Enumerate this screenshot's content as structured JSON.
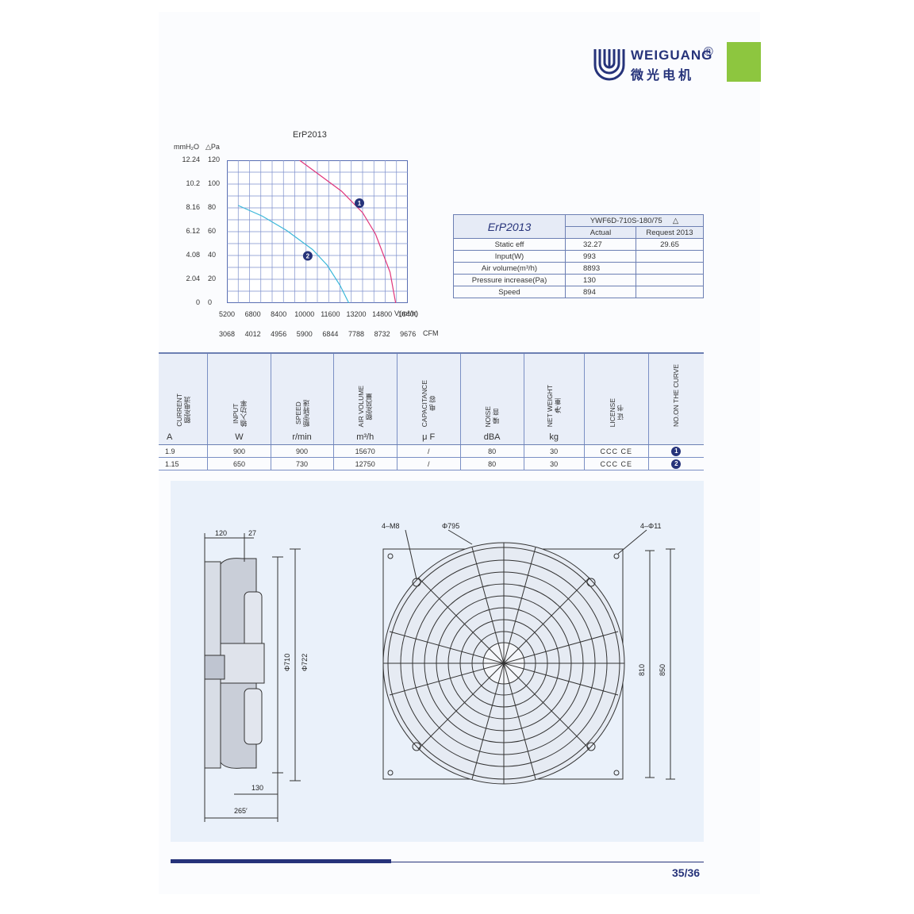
{
  "header": {
    "brand": "WEIGUANG",
    "brand_cn": "微光电机",
    "registered": "®"
  },
  "chart_data": {
    "type": "line",
    "title": "ErP2013",
    "y_units": [
      "mmH₂O",
      "△Pa"
    ],
    "y_ticks_mmh2o": [
      "12.24",
      "10.2",
      "8.16",
      "6.12",
      "4.08",
      "2.04",
      "0"
    ],
    "y_ticks_pa": [
      "120",
      "100",
      "80",
      "60",
      "40",
      "20",
      "0"
    ],
    "x_ticks_m3h": [
      "5200",
      "6800",
      "8400",
      "10000",
      "11600",
      "13200",
      "14800",
      "16400"
    ],
    "x_unit_m3h": "V(m³/h)",
    "x_ticks_cfm": [
      "3068",
      "4012",
      "4956",
      "5900",
      "6844",
      "7788",
      "8732",
      "9676"
    ],
    "x_unit_cfm": "CFM",
    "xlim": [
      5200,
      16400
    ],
    "ylim": [
      0,
      120
    ],
    "grid": true,
    "series": [
      {
        "name": "1",
        "color": "#e0357a",
        "x": [
          9700,
          11000,
          12300,
          13600,
          14400,
          15300,
          15650
        ],
        "y": [
          120,
          107,
          94,
          76,
          58,
          26,
          0
        ]
      },
      {
        "name": "2",
        "color": "#3bb7d9",
        "x": [
          5900,
          7400,
          8900,
          10500,
          11400,
          12200,
          12750
        ],
        "y": [
          82,
          73,
          61,
          45,
          32,
          15,
          0
        ]
      }
    ]
  },
  "erp_table": {
    "title": "ErP2013",
    "model": "YWF6D-710S-180/75",
    "model_mark": "△",
    "col_actual": "Actual",
    "col_request": "Request 2013",
    "rows": [
      {
        "label": "Static eff",
        "actual": "32.27",
        "request": "29.65"
      },
      {
        "label": "Input(W)",
        "actual": "993",
        "request": ""
      },
      {
        "label": "Air volume(m³/h)",
        "actual": "8893",
        "request": ""
      },
      {
        "label": "Pressure increase(Pa)",
        "actual": "130",
        "request": ""
      },
      {
        "label": "Speed",
        "actual": "894",
        "request": ""
      }
    ]
  },
  "spec_table": {
    "headers": [
      {
        "en": "CURRENT",
        "cn": "额定电流",
        "unit": "A"
      },
      {
        "en": "INPUT",
        "cn": "输入功率",
        "unit": "W"
      },
      {
        "en": "SPEED",
        "cn": "额定转速",
        "unit": "r/min"
      },
      {
        "en": "AIR VOLUME",
        "cn": "额定风量",
        "unit": "m³/h"
      },
      {
        "en": "CAPACITANCE",
        "cn": "电 容",
        "unit": "μ F"
      },
      {
        "en": "NOISE",
        "cn": "噪 音",
        "unit": "dBA"
      },
      {
        "en": "NET WEIGHT",
        "cn": "净 重",
        "unit": "kg"
      },
      {
        "en": "LICENSE",
        "cn": "证 书",
        "unit": ""
      },
      {
        "en": "NO.ON THE CURVE",
        "cn": "",
        "unit": ""
      }
    ],
    "rows": [
      {
        "current": "1.9",
        "input": "900",
        "speed": "900",
        "air": "15670",
        "cap": "/",
        "noise": "80",
        "weight": "30",
        "license": "CCC CE",
        "curve": "1"
      },
      {
        "current": "1.15",
        "input": "650",
        "speed": "730",
        "air": "12750",
        "cap": "/",
        "noise": "80",
        "weight": "30",
        "license": "CCC CE",
        "curve": "2"
      }
    ]
  },
  "drawing": {
    "side": {
      "d120": "120",
      "d27": "27",
      "d130": "130",
      "d265": "265′",
      "phi710": "Φ710",
      "phi722": "Φ722"
    },
    "front": {
      "m8": "4–M8",
      "phi795": "Φ795",
      "phi11": "4–Φ11",
      "d810": "810",
      "d850": "850"
    }
  },
  "footer": {
    "page": "35/36"
  }
}
